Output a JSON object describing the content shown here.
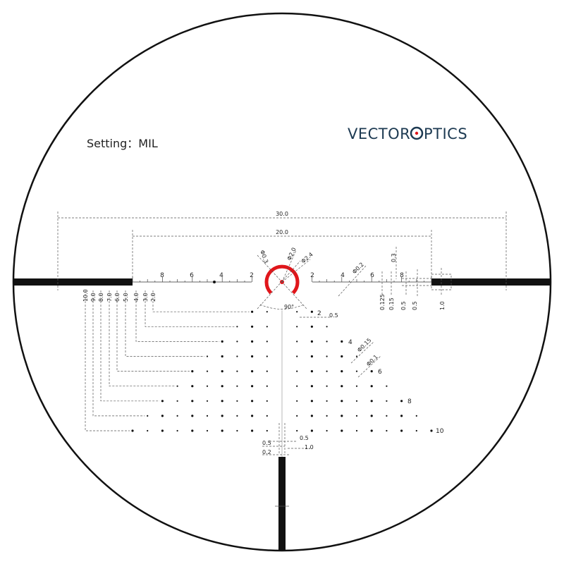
{
  "setting_label": "Setting：MIL",
  "logo": {
    "text_left": "VECTOR",
    "text_right": "PTICS",
    "full": "Vector Optics",
    "color": "#1d3a52"
  },
  "colors": {
    "center_ring": "#e0161b",
    "reticle": "#111111"
  },
  "dimensions": {
    "span_outer": "30.0",
    "span_inner": "20.0",
    "scale_left": [
      "8",
      "6",
      "4",
      "2"
    ],
    "scale_right": [
      "2",
      "4",
      "6",
      "8"
    ],
    "center": {
      "phi_dot": "Φ0.3",
      "phi_ring_inner": "Φ2.0",
      "phi_ring_outer": "Φ2.4",
      "angle": "90°",
      "dot_row_label": "2",
      "dot_row_gap": "0.5"
    },
    "right_scale": {
      "phi_dot": "Φ0.2",
      "tick_0125": "0.125",
      "tick_015": "0.15",
      "tick_03": "0.3",
      "tick_05a": "0.5",
      "tick_05b": "0.5",
      "bar_height": "1.0"
    },
    "holdover_labels": [
      "2.0",
      "3.0",
      "4.0",
      "5.0",
      "6.0",
      "7.0",
      "8.0",
      "9.0",
      "10.0"
    ],
    "row_labels": {
      "r4": "4",
      "r6": "6",
      "r8": "8",
      "r10": "10"
    },
    "dot_phi_large": "Φ0.15",
    "dot_phi_small": "Φ0.1",
    "bottom": {
      "a": "0.5",
      "b": "0.5",
      "c": "1.0",
      "d": "0.2"
    }
  }
}
